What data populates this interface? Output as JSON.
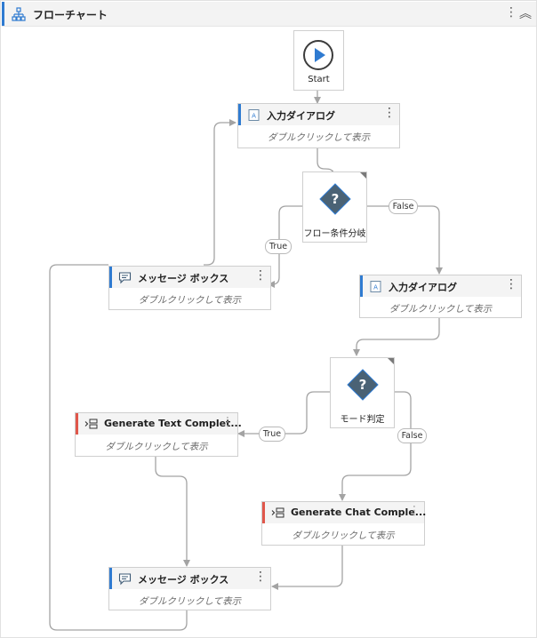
{
  "panel": {
    "title": "フローチャート",
    "more_icon": "⋮",
    "collapse_icon": "︽"
  },
  "start": {
    "label": "Start"
  },
  "nodes": {
    "input1": {
      "title": "入力ダイアログ",
      "hint": "ダブルクリックして表示",
      "icon": "input-dialog-icon",
      "accent": "#2f7bd1"
    },
    "decision1": {
      "label": "フロー条件分岐",
      "icon": "question-diamond-icon"
    },
    "msg1": {
      "title": "メッセージ ボックス",
      "hint": "ダブルクリックして表示",
      "icon": "message-box-icon",
      "accent": "#2f7bd1"
    },
    "input2": {
      "title": "入力ダイアログ",
      "hint": "ダブルクリックして表示",
      "icon": "input-dialog-icon",
      "accent": "#2f7bd1"
    },
    "decision2": {
      "label": "モード判定",
      "icon": "question-diamond-icon"
    },
    "gen_text": {
      "title": "Generate Text Complet...",
      "hint": "ダブルクリックして表示",
      "icon": "generate-icon",
      "accent": "#e0574b"
    },
    "gen_chat": {
      "title": "Generate Chat Comple...",
      "hint": "ダブルクリックして表示",
      "icon": "generate-icon",
      "accent": "#e0574b"
    },
    "msg2": {
      "title": "メッセージ ボックス",
      "hint": "ダブルクリックして表示",
      "icon": "message-box-icon",
      "accent": "#2f7bd1"
    }
  },
  "branches": {
    "d1_true": "True",
    "d1_false": "False",
    "d2_true": "True",
    "d2_false": "False"
  },
  "colors": {
    "wire": "#a3a3a3",
    "diamond": "#4a6275",
    "play": "#2f7bd1"
  }
}
